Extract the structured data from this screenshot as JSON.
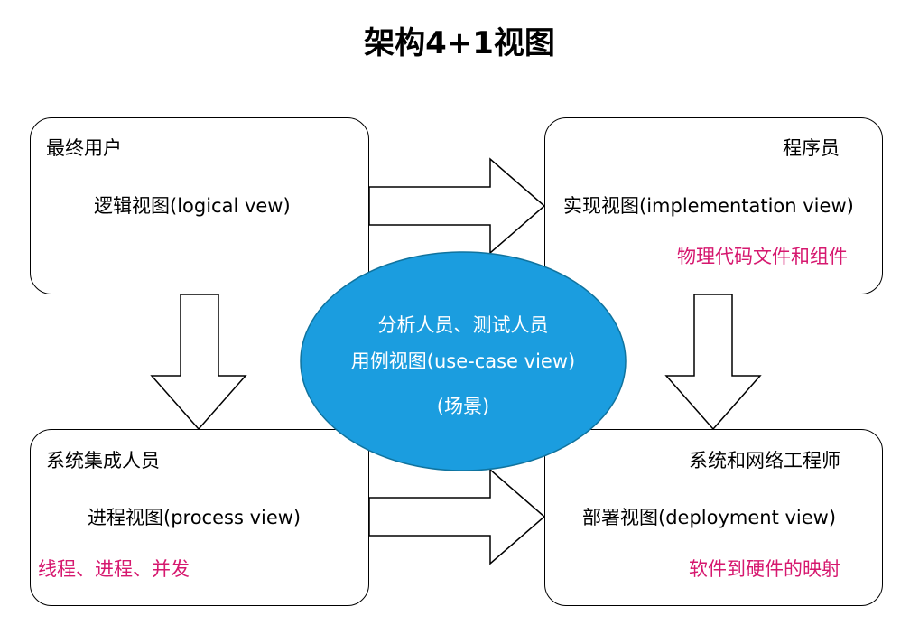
{
  "title": "架构4+1视图",
  "views": {
    "logical": {
      "role": "最终用户",
      "name": "逻辑视图(logical vew)"
    },
    "implementation": {
      "role": "程序员",
      "name": "实现视图(implementation view)",
      "note": "物理代码文件和组件"
    },
    "process": {
      "role": "系统集成人员",
      "name": "进程视图(process view)",
      "note": "线程、进程、并发"
    },
    "deployment": {
      "role": "系统和网络工程师",
      "name": "部署视图(deployment view)",
      "note": "软件到硬件的映射"
    },
    "scenarios": {
      "roles": "分析人员、测试人员",
      "name": "用例视图(use-case view)",
      "note": "(场景)"
    }
  },
  "colors": {
    "ellipse_fill": "#1b9ddf",
    "ellipse_stroke": "#10739e",
    "note_text": "#d6186f",
    "outline": "#000000"
  }
}
